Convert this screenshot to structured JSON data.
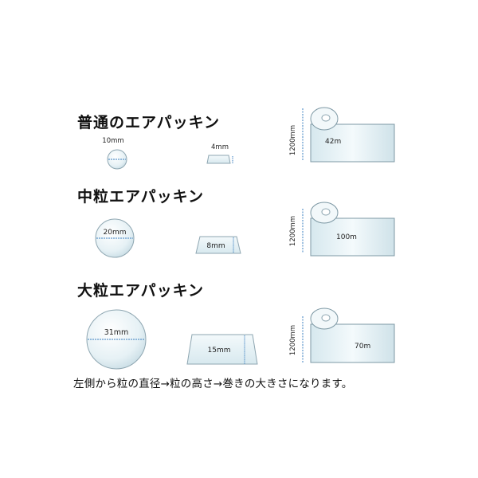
{
  "rows": [
    {
      "title": "普通のエアパッキン",
      "diameter": "10mm",
      "height": "4mm",
      "roll_width": "1200mm",
      "roll_length": "42m"
    },
    {
      "title": "中粒エアパッキン",
      "diameter": "20mm",
      "height": "8mm",
      "roll_width": "1200mm",
      "roll_length": "100m"
    },
    {
      "title": "大粒エアパッキン",
      "diameter": "31mm",
      "height": "15mm",
      "roll_width": "1200mm",
      "roll_length": "70m"
    }
  ],
  "caption": "左側から粒の直径→粒の高さ→巻きの大きさになります。",
  "colors": {
    "bubble_fill": "#e8f3f7",
    "bubble_stroke": "#8ea6b1",
    "arrow": "#3a7fc0",
    "roll_fill": "#eaf4f7"
  }
}
